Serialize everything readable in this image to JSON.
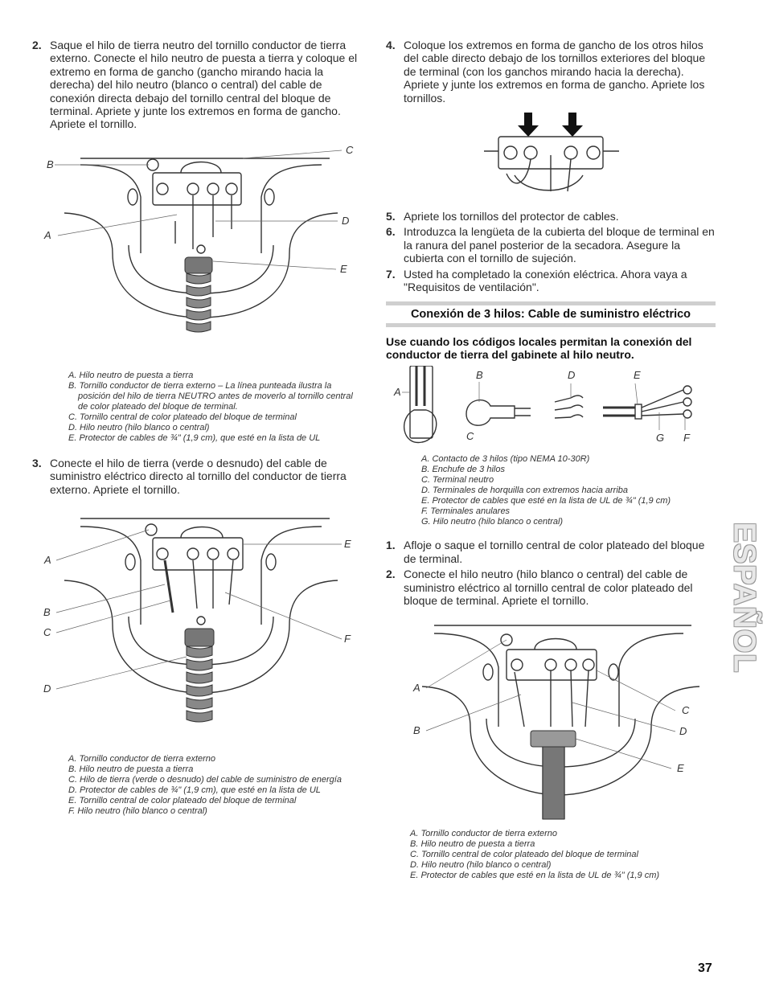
{
  "left": {
    "step2": {
      "num": "2.",
      "text": "Saque el hilo de tierra neutro del tornillo conductor de tierra externo. Conecte el hilo neutro de puesta a tierra y coloque el extremo en forma de gancho (gancho mirando hacia la derecha) del hilo neutro (blanco o central) del cable de conexión directa debajo del tornillo central del bloque de terminal. Apriete y junte los extremos en forma de gancho. Apriete el tornillo."
    },
    "fig1": {
      "labels": {
        "B": "B",
        "C": "C",
        "A": "A",
        "D": "D",
        "E": "E"
      },
      "legend": [
        "A. Hilo neutro de puesta a tierra",
        "B. Tornillo conductor de tierra externo – La línea punteada ilustra la posición del hilo de tierra NEUTRO antes de moverlo al tornillo central de color plateado del bloque de terminal.",
        "C. Tornillo central de color plateado del bloque de terminal",
        "D. Hilo neutro (hilo blanco o central)",
        "E. Protector de cables de ¾\" (1,9 cm), que esté en la lista de UL"
      ]
    },
    "step3": {
      "num": "3.",
      "text": "Conecte el hilo de tierra (verde o desnudo) del cable de suministro eléctrico directo al tornillo del conductor de tierra externo. Apriete el tornillo."
    },
    "fig2": {
      "labels": {
        "A": "A",
        "E": "E",
        "B": "B",
        "C": "C",
        "F": "F",
        "D": "D"
      },
      "legend": [
        "A. Tornillo conductor de tierra externo",
        "B. Hilo neutro de puesta a tierra",
        "C. Hilo de tierra (verde o desnudo) del cable de suministro de energía",
        "D. Protector de cables de ¾\" (1,9 cm), que esté en la lista de UL",
        "E. Tornillo central de color plateado del bloque de terminal",
        "F. Hilo neutro (hilo blanco o central)"
      ]
    }
  },
  "right": {
    "step4": {
      "num": "4.",
      "text": "Coloque los extremos en forma de gancho de los otros hilos del cable directo debajo de los tornillos exteriores del bloque de terminal (con los ganchos mirando hacia la derecha). Apriete y junte los extremos en forma de gancho. Apriete los tornillos."
    },
    "step5": {
      "num": "5.",
      "text": "Apriete los tornillos del protector de cables."
    },
    "step6": {
      "num": "6.",
      "text": "Introduzca la lengüeta de la cubierta del bloque de terminal en la ranura del panel posterior de la secadora. Asegure la cubierta con el tornillo de sujeción."
    },
    "step7": {
      "num": "7.",
      "text": "Usted ha completado la conexión eléctrica. Ahora vaya a \"Requisitos de ventilación\"."
    },
    "section_title": "Conexión de 3 hilos: Cable de suministro eléctrico",
    "intro": "Use cuando los códigos locales permitan la conexión del conductor de tierra del gabinete al hilo neutro.",
    "fig4": {
      "labels": {
        "A": "A",
        "B": "B",
        "C": "C",
        "D": "D",
        "E": "E",
        "G": "G",
        "F": "F"
      },
      "legend": [
        "A. Contacto de 3 hilos (tipo NEMA 10-30R)",
        "B. Enchufe de 3 hilos",
        "C. Terminal neutro",
        "D. Terminales de horquilla con extremos hacia arriba",
        "E. Protector de cables que esté en la lista de UL de ¾\" (1,9 cm)",
        "F. Terminales anulares",
        "G. Hilo neutro (hilo blanco o central)"
      ]
    },
    "step1b": {
      "num": "1.",
      "text": "Afloje o saque el tornillo central de color plateado del bloque de terminal."
    },
    "step2b": {
      "num": "2.",
      "text": "Conecte el hilo neutro (hilo blanco o central) del cable de suministro eléctrico al tornillo central de color plateado del bloque de terminal. Apriete el tornillo."
    },
    "fig5": {
      "labels": {
        "A": "A",
        "B": "B",
        "C": "C",
        "D": "D",
        "E": "E"
      },
      "legend": [
        "A. Tornillo conductor de tierra externo",
        "B. Hilo neutro de puesta a tierra",
        "C. Tornillo central de color plateado del bloque de terminal",
        "D. Hilo neutro (hilo blanco o central)",
        "E. Protector de cables que esté en la lista de UL de ¾\" (1,9 cm)"
      ]
    }
  },
  "side_tab": "ESPAÑOL",
  "page_number": "37"
}
